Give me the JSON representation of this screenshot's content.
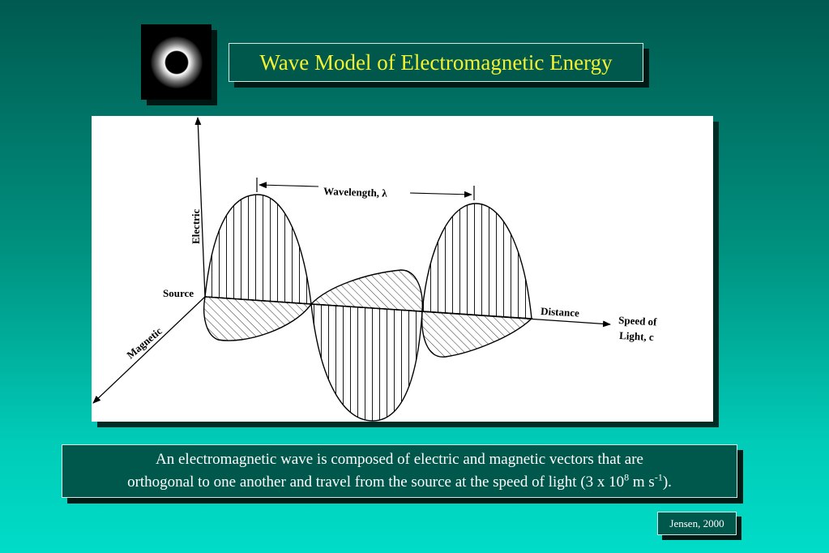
{
  "slide": {
    "title": "Wave Model of Electromagnetic Energy",
    "logo_icon": "solar-corona-icon"
  },
  "diagram": {
    "labels": {
      "electric": "Electric",
      "magnetic": "Magnetic",
      "source": "Source",
      "distance": "Distance",
      "wavelength": "Wavelength, λ",
      "speed_line1": "Speed of",
      "speed_line2": "Light, c"
    }
  },
  "caption": {
    "line1": "An electromagnetic wave is composed of electric and magnetic vectors that are",
    "line2_prefix": "orthogonal to one another and travel from the source at the speed of light (3 x 10",
    "line2_sup1": "8",
    "line2_mid": " m s",
    "line2_sup2": "-1",
    "line2_suffix": ")."
  },
  "credit": "Jensen, 2000",
  "colors": {
    "title_text": "#f2f232",
    "panel_bg": "#00574c",
    "background_top": "#005a50",
    "background_bottom": "#00dcc8"
  }
}
